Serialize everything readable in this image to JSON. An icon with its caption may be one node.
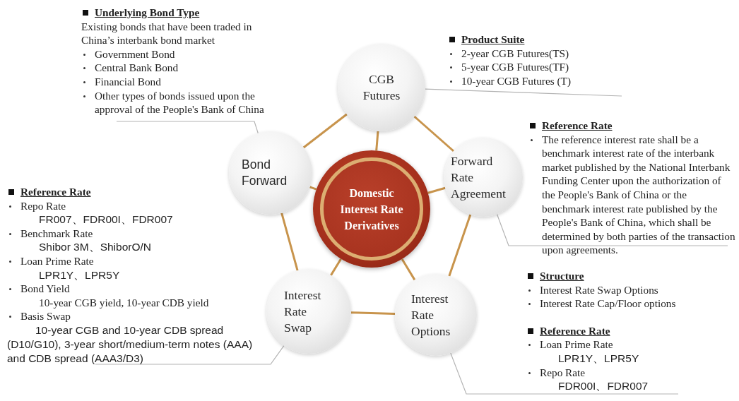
{
  "diagram": {
    "nodes": [
      {
        "text": [
          "Domestic Interest Rate Derivatives"
        ]
      },
      {
        "text": [
          "CGB Futures"
        ]
      },
      {
        "text": [
          "Forward Rate Agreement"
        ]
      },
      {
        "text": [
          "Interest Rate Options"
        ]
      },
      {
        "text": [
          "Interest Rate Swap"
        ]
      },
      {
        "text": [
          "Bond Forward"
        ]
      },
      {
        "text": [
          "Underlying Bond Type",
          "Existing bonds that have been traded in China’s interbank bond market",
          "Government Bond",
          "Central Bank Bond",
          "Financial Bond",
          "Other types of bonds issued upon the approval of the People's Bank of China"
        ]
      },
      {
        "text": [
          "Product Suite",
          "2-year CGB Futures(TS)",
          "5-year CGB Futures(TF)",
          "10-year CGB Futures (T)"
        ]
      },
      {
        "text": [
          "Reference Rate",
          "The reference interest rate shall be a benchmark interest rate of the interbank market published by the National Interbank Funding Center upon the authorization of the People's Bank of China or the benchmark interest rate published by the People's Bank of China, which shall be determined by both parties of the transaction upon agreements."
        ]
      },
      {
        "text": [
          "Structure",
          "Interest Rate Swap Options",
          "Interest Rate Cap/Floor options",
          "Reference Rate",
          "Loan Prime Rate",
          "LPR1Y、LPR5Y",
          "Repo Rate",
          "FDR00I、FDR007"
        ]
      },
      {
        "text": [
          "Reference Rate",
          "Repo Rate",
          "FR007、FDR00I、FDR007",
          "Benchmark Rate",
          "Shibor 3M、ShiborO/N",
          "Loan Prime Rate",
          "LPR1Y、LPR5Y",
          "Bond Yield",
          "10-year CGB yield, 10-year CDB yield",
          "Basis Swap",
          "10-year CGB and 10-year CDB spread (D10/G10), 3-year short/medium-term notes (AAA) and CDB spread (AAA3/D3)"
        ]
      }
    ],
    "edges": [
      {
        "from": 0,
        "to": 1,
        "arrow": "none"
      },
      {
        "from": 0,
        "to": 2,
        "arrow": "none"
      },
      {
        "from": 0,
        "to": 3,
        "arrow": "none"
      },
      {
        "from": 0,
        "to": 4,
        "arrow": "none"
      },
      {
        "from": 0,
        "to": 5,
        "arrow": "none"
      },
      {
        "from": 1,
        "to": 2,
        "arrow": "none"
      },
      {
        "from": 2,
        "to": 3,
        "arrow": "none"
      },
      {
        "from": 3,
        "to": 4,
        "arrow": "none"
      },
      {
        "from": 4,
        "to": 5,
        "arrow": "none"
      },
      {
        "from": 5,
        "to": 1,
        "arrow": "none"
      },
      {
        "from": 6,
        "to": 5,
        "arrow": "none",
        "color": "#b4b4b4"
      },
      {
        "from": 7,
        "to": 1,
        "arrow": "none",
        "color": "#b4b4b4"
      },
      {
        "from": 8,
        "to": 2,
        "arrow": "none",
        "color": "#b4b4b4"
      },
      {
        "from": 9,
        "to": 3,
        "arrow": "none",
        "color": "#b4b4b4"
      },
      {
        "from": 10,
        "to": 4,
        "arrow": "none",
        "color": "#b4b4b4"
      }
    ]
  }
}
